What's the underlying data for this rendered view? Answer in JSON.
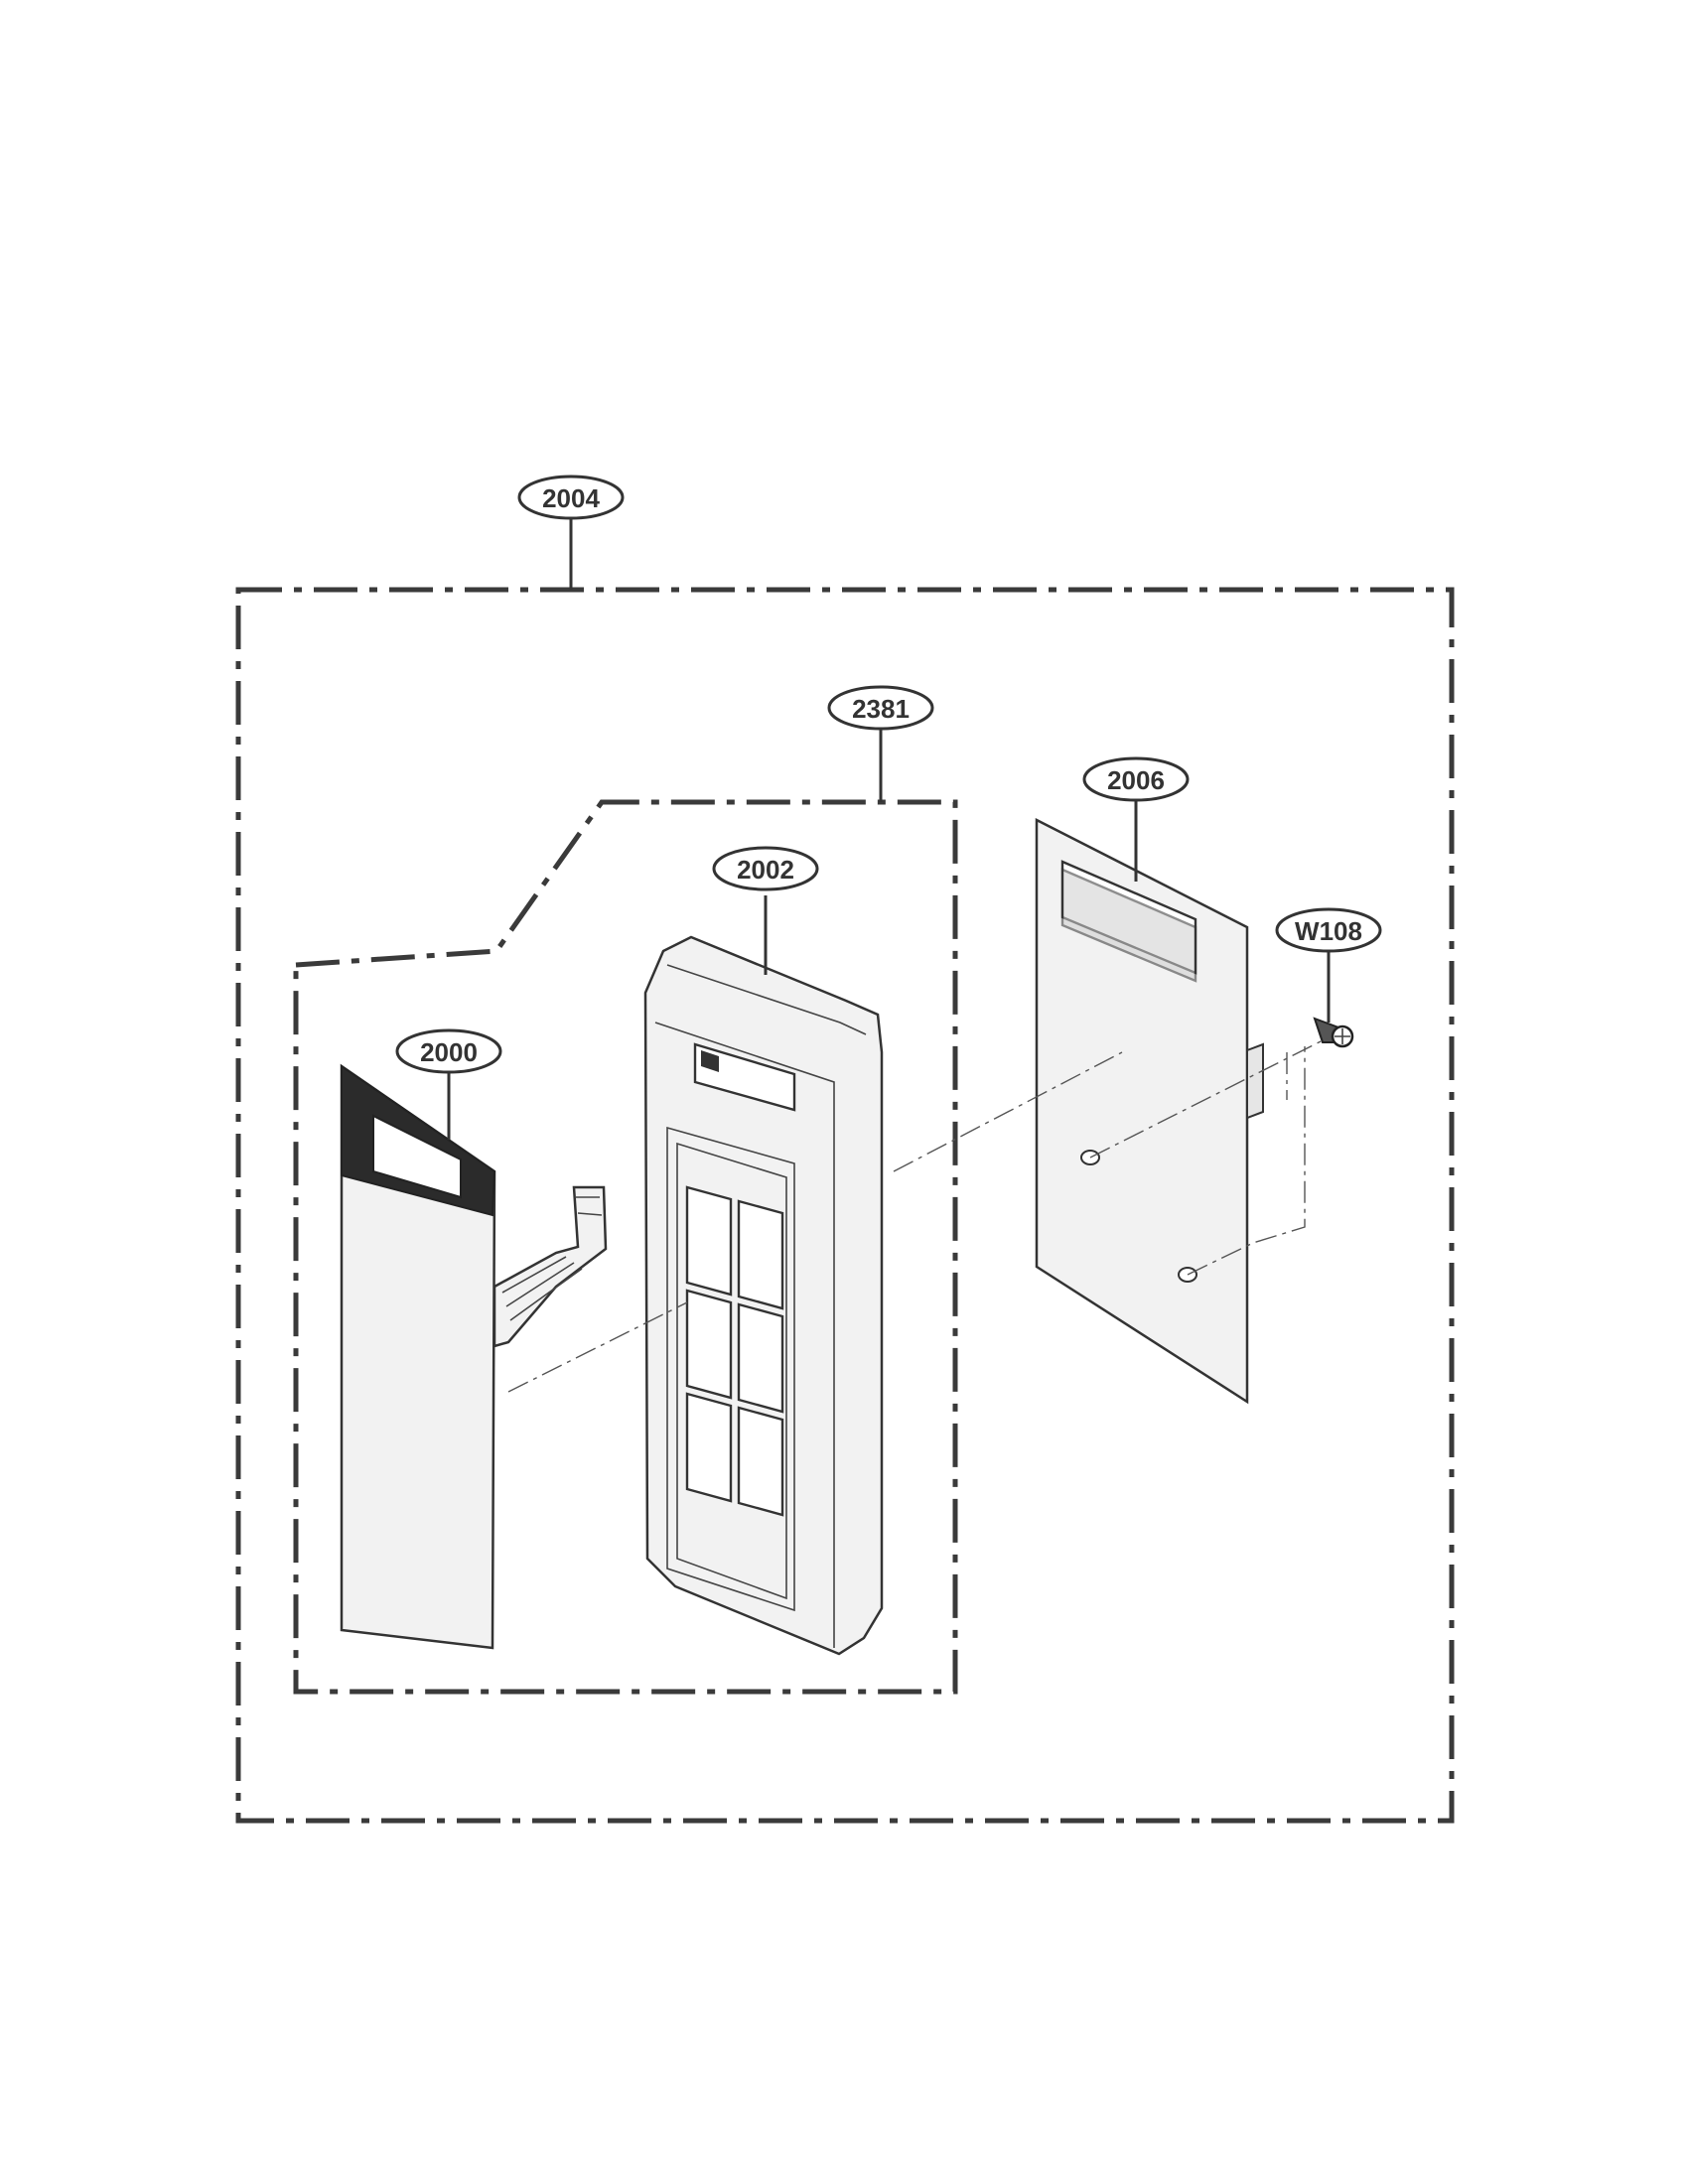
{
  "diagram": {
    "callouts": [
      {
        "id": "assembly",
        "label": "2004"
      },
      {
        "id": "sub_assembly",
        "label": "2381"
      },
      {
        "id": "control_panel",
        "label": "2002"
      },
      {
        "id": "membrane",
        "label": "2000"
      },
      {
        "id": "pcb",
        "label": "2006"
      },
      {
        "id": "screw",
        "label": "W108"
      }
    ]
  }
}
